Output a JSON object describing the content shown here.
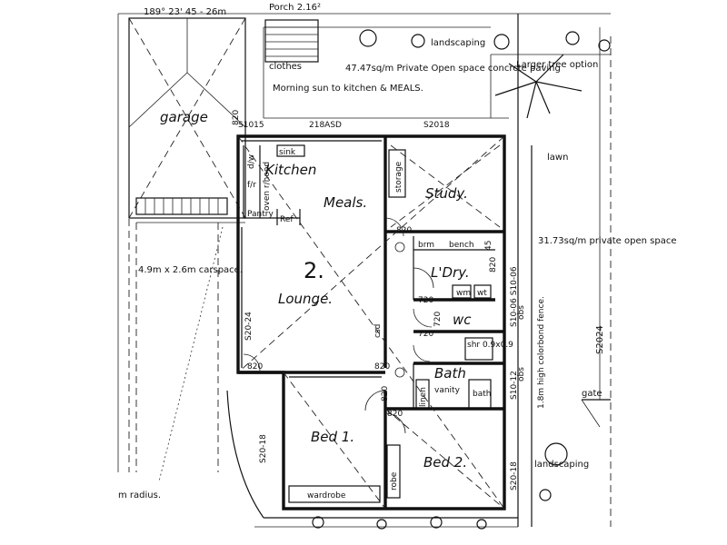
{
  "site": {
    "bearing": "189° 23'  45 - 26m",
    "porch": "Porch 2.16²",
    "landscaping_top": "landscaping",
    "larger_tree": "Larger tree option",
    "clothes": "clothes",
    "morning_sun": "Morning sun to kitchen & MEALS.",
    "private_open_space": "47.47sq/m Private Open space concrcte paving",
    "private_open_space_right": "31.73sq/m private open space",
    "lawn": "lawn",
    "gate": "gate",
    "landscaping_bottom": "landscaping",
    "carspace": "4.9m x 2.6m carspace.",
    "radius": "m radius.",
    "fence": "1.8m high colorbond fence.",
    "dim_right": "S2024"
  },
  "rooms": {
    "garage": "garage",
    "kitchen": "Kitchen",
    "meals": "Meals.",
    "study": "Study.",
    "unit_number": "2.",
    "lounge": "Lounge.",
    "laundry": "L'Dry.",
    "wc": "wc",
    "bath": "Bath",
    "bed1": "Bed 1.",
    "bed2": "Bed 2."
  },
  "fixtures": {
    "sink": "sink",
    "dw": "d/w",
    "fr": "f/r",
    "oven": "oven r/hood",
    "pantry": "Pantry",
    "ref": "Ref",
    "storage": "storage",
    "brm": "brm",
    "bench": "bench",
    "wm": "wm",
    "wt": "wt",
    "shr": "shr 0.9x0.9",
    "linen": "linen",
    "vanity": "vanity",
    "bath_tub": "bath",
    "robe": "robe",
    "wardrobe": "wardrobe",
    "csd": "csd"
  },
  "dimensions": {
    "w1015": "S1015",
    "w820_top": "820",
    "w218": "218ASD",
    "w2018": "S2018",
    "d820_study": "820",
    "d45": "45",
    "d720a": "720",
    "d720b": "720",
    "d720c": "720",
    "d820_ldry": "820",
    "s1006": "S10-06 S10-06",
    "obs": "obs",
    "s1012": "S10-12",
    "obs2": "obs",
    "s2024w": "S20-24",
    "d820_lounge": "820",
    "d820_hall": "820",
    "d820_bed1": "820",
    "d820_bed2": "820",
    "s2018_left": "S20-18",
    "s2018_right": "S20-18"
  }
}
